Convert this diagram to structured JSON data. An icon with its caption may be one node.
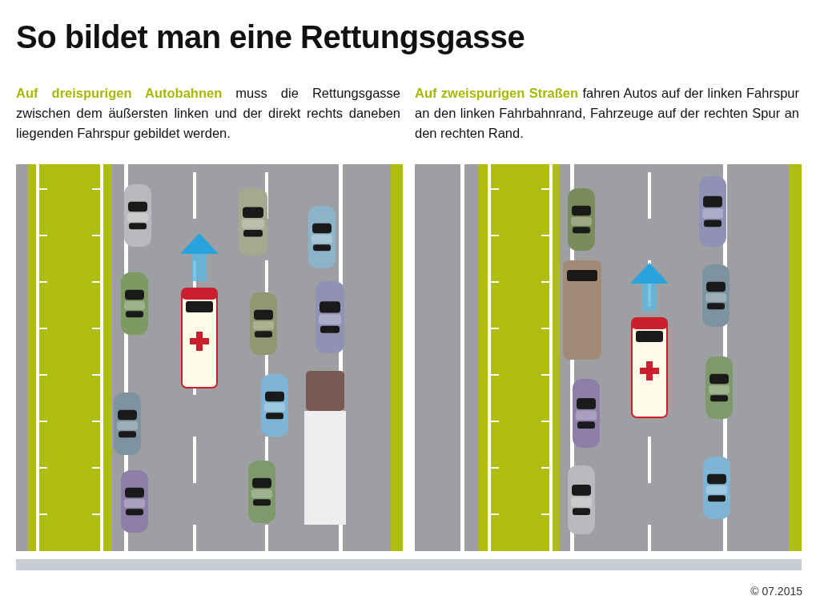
{
  "diagram": {
    "title": "So bildet man eine Rettungsgasse",
    "labels": [
      "**Auf dreispurigen Autobahnen** muss die Rettungsgasse zwischen dem äußersten linken und der direkt rechts daneben liegenden Fahrspur gebildet werden.",
      "**Auf zweispurigen Straßen** fahren Autos auf der linken Fahrspur an den linken Fahrbahnrand, Fahrzeuge auf der rechten Spur an den rechten Rand.",
      "© 07.2015"
    ]
  }
}
